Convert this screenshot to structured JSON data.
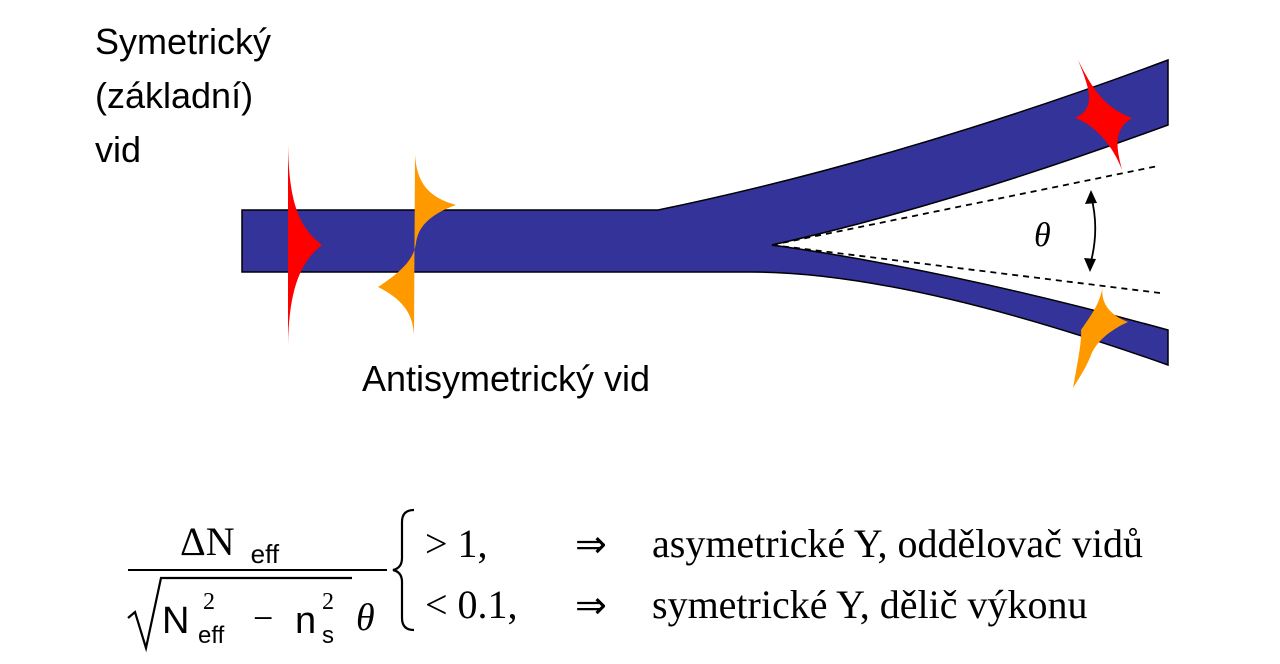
{
  "labels": {
    "symmetric_line1": "Symetrický",
    "symmetric_line2": "(základní)",
    "symmetric_line3": "vid",
    "antisymmetric": "Antisymetrický vid",
    "angle": "θ"
  },
  "formula": {
    "numerator_symbol": "ΔN",
    "numerator_sub": "eff",
    "denominator_N": "N",
    "denominator_N_sup": "2",
    "denominator_N_sub": "eff",
    "minus": "−",
    "denominator_n": "n",
    "denominator_n_sup": "2",
    "denominator_n_sub": "s",
    "theta": "θ",
    "case1_condition": "> 1,",
    "case1_implies": "⇒",
    "case1_text": "asymetrické Y, oddělovač vidů",
    "case2_condition": "< 0.1,",
    "case2_implies": "⇒",
    "case2_text": "symetrické Y, dělič výkonu"
  },
  "colors": {
    "waveguide": "#333399",
    "symmetric_mode": "#ff0000",
    "antisymmetric_mode": "#ff9900",
    "text": "#000000"
  }
}
